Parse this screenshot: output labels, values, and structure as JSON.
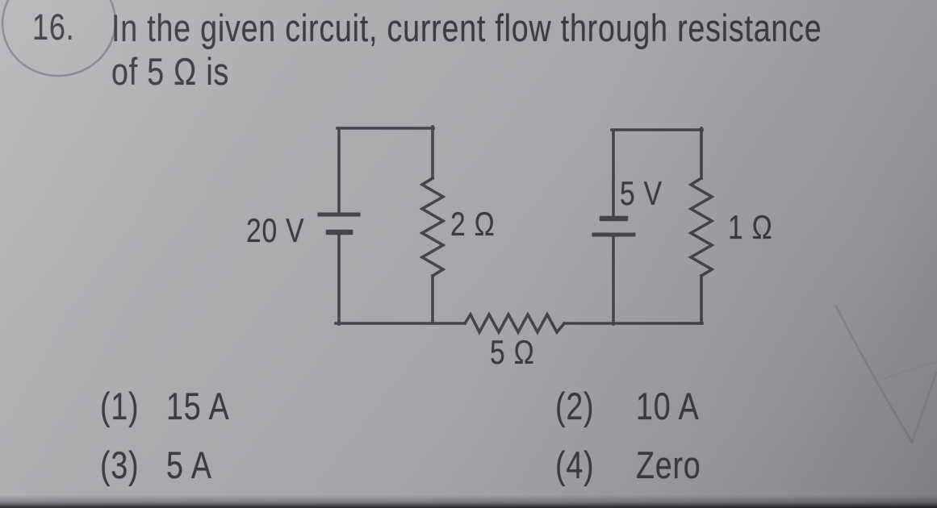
{
  "question": {
    "number": "16.",
    "text_line1": "In the given circuit, current flow through resistance",
    "text_line2": "of 5 Ω is"
  },
  "circuit": {
    "left_battery_label": "20 V",
    "left_parallel_resistor_label": "2 Ω",
    "right_battery_label": "5 V",
    "right_parallel_resistor_label": "1 Ω",
    "series_resistor_label": "5 Ω"
  },
  "options": [
    {
      "number": "(1)",
      "label": "15 A"
    },
    {
      "number": "(2)",
      "label": "10 A"
    },
    {
      "number": "(3)",
      "label": "5 A"
    },
    {
      "number": "(4)",
      "label": "Zero"
    }
  ],
  "handwritten_marks": [
    "pencil circle around question number 16",
    "faint pencil check mark in right margin"
  ],
  "colors": {
    "paper": "#a8a8ac",
    "ink": "#3c3c42",
    "pencil": "#7b7b80"
  }
}
